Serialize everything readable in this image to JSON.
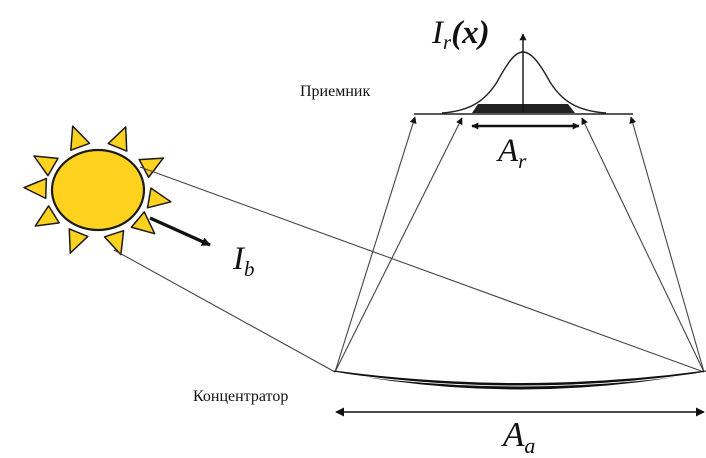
{
  "labels": {
    "receiver": "Приемник",
    "concentrator": "Концентратор",
    "receiver_irradiance": {
      "base": "I",
      "sub": "r",
      "arg": "(x)"
    },
    "beam_irradiance": {
      "base": "I",
      "sub": "b"
    },
    "receiver_area": {
      "base": "A",
      "sub": "r"
    },
    "aperture_area": {
      "base": "A",
      "sub": "a"
    }
  },
  "colors": {
    "sun_fill": "#ffd21f",
    "sun_stroke": "#1a1a1a",
    "line": "#333333",
    "arrow": "#111111"
  },
  "icons": {
    "sun": "sun-icon"
  }
}
